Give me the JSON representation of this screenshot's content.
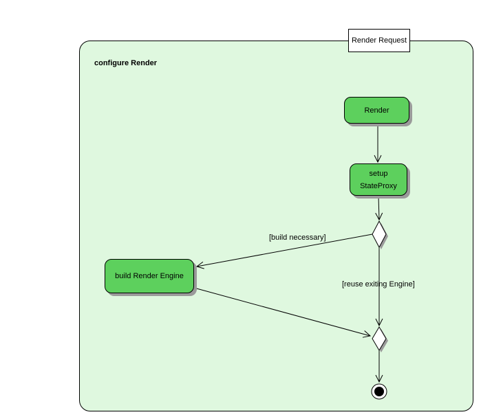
{
  "diagram": {
    "type": "uml-activity-diagram",
    "trigger_label": "Render Request",
    "activity_title": "configure Render",
    "actions": {
      "render": "Render",
      "setup_line1": "setup",
      "setup_line2": "StateProxy",
      "build_engine": "build Render Engine"
    },
    "edges": [
      {
        "from": "Render",
        "to": "setup StateProxy",
        "label": ""
      },
      {
        "from": "setup StateProxy",
        "to": "decision",
        "label": ""
      },
      {
        "from": "decision",
        "to": "build Render Engine",
        "label": "[build necessary]"
      },
      {
        "from": "decision",
        "to": "merge",
        "label": "[reuse exiting Engine]"
      },
      {
        "from": "build Render Engine",
        "to": "merge",
        "label": ""
      },
      {
        "from": "merge",
        "to": "final",
        "label": ""
      }
    ],
    "colors": {
      "action_fill": "#5dd05d",
      "activity_fill": "#dff8df",
      "node_border": "#000000",
      "shadow": "#9a9a9a",
      "page_background": "#ffffff"
    }
  }
}
